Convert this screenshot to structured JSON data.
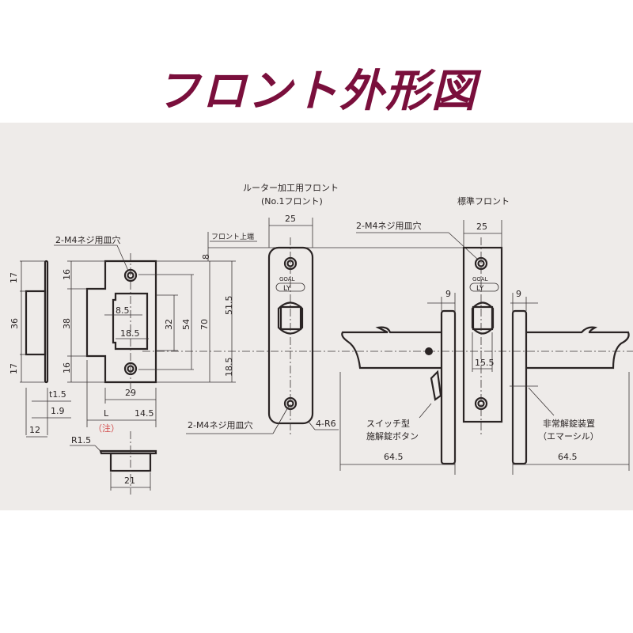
{
  "title": "フロント外形図",
  "labels": {
    "screw_hole": "2-M4ネジ用皿穴",
    "front_top": "フロント上端",
    "router_front": "ルーター加工用フロント",
    "router_front_sub": "(No.1フロント)",
    "standard_front": "標準フロント",
    "switch_button_1": "スイッチ型",
    "switch_button_2": "施解錠ボタン",
    "emergency_1": "非常解錠装置",
    "emergency_2": "（エマーシル）",
    "radius": "4-R6",
    "note": "（注）",
    "r15": "R1.5",
    "logo_goal": "GOAL",
    "logo_ly": "LY"
  },
  "dims": {
    "d17a": "17",
    "d36": "36",
    "d17b": "17",
    "d16a": "16",
    "d38": "38",
    "d16b": "16",
    "d8_5": "8.5",
    "d18_5a": "18.5",
    "d32": "32",
    "d54": "54",
    "d70": "70",
    "d8": "8",
    "d51_5": "51.5",
    "d18_5b": "18.5",
    "t1_5": "t1.5",
    "d1_9": "1.9",
    "d12": "12",
    "d29": "29",
    "L": "L",
    "d14_5": "14.5",
    "d21": "21",
    "d25a": "25",
    "d25b": "25",
    "d9a": "9",
    "d9b": "9",
    "d15_5": "15.5",
    "d64_5a": "64.5",
    "d64_5b": "64.5"
  }
}
